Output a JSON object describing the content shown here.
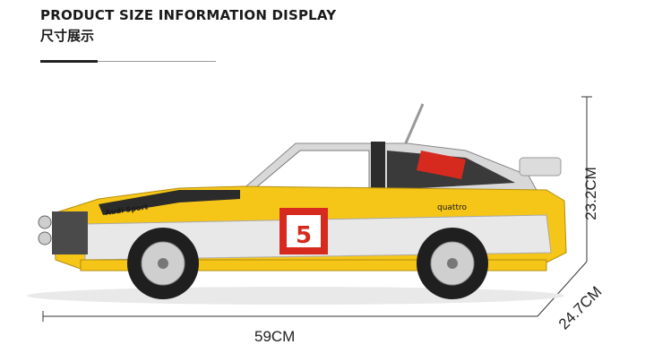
{
  "header": {
    "title_en": "PRODUCT SIZE INFORMATION DISPLAY",
    "title_cn": "尺寸展示"
  },
  "dimensions": {
    "length": "59CM",
    "height": "23.2CM",
    "width": "24.7CM"
  },
  "car": {
    "decal_brand": "Audi Sport",
    "decal_model": "quattro",
    "race_number": "5"
  },
  "colors": {
    "body_yellow": "#f5c518",
    "body_white": "#e8e8e8",
    "accent_red": "#d62a1e",
    "dark": "#222222"
  }
}
